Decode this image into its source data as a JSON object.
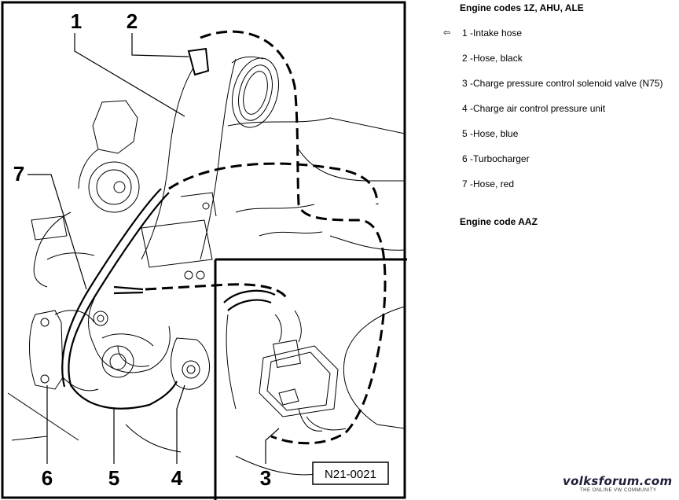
{
  "figure": {
    "callouts": [
      "1",
      "2",
      "7",
      "3",
      "6",
      "5",
      "4"
    ],
    "reference_code": "N21-0021"
  },
  "legend": {
    "heading_1": "Engine codes 1Z, AHU, ALE",
    "marker_icon": "hollow-left-arrow-icon",
    "items": [
      "1 -Intake hose",
      "2 -Hose, black",
      "3 -Charge pressure control solenoid valve (N75)",
      "4 -Charge air control pressure unit",
      "5 -Hose, blue",
      "6 -Turbocharger",
      "7 -Hose, red"
    ],
    "heading_2": "Engine code AAZ"
  },
  "watermark": {
    "main": "volksforum.com",
    "sub": "THE ONLINE VW COMMUNITY"
  }
}
